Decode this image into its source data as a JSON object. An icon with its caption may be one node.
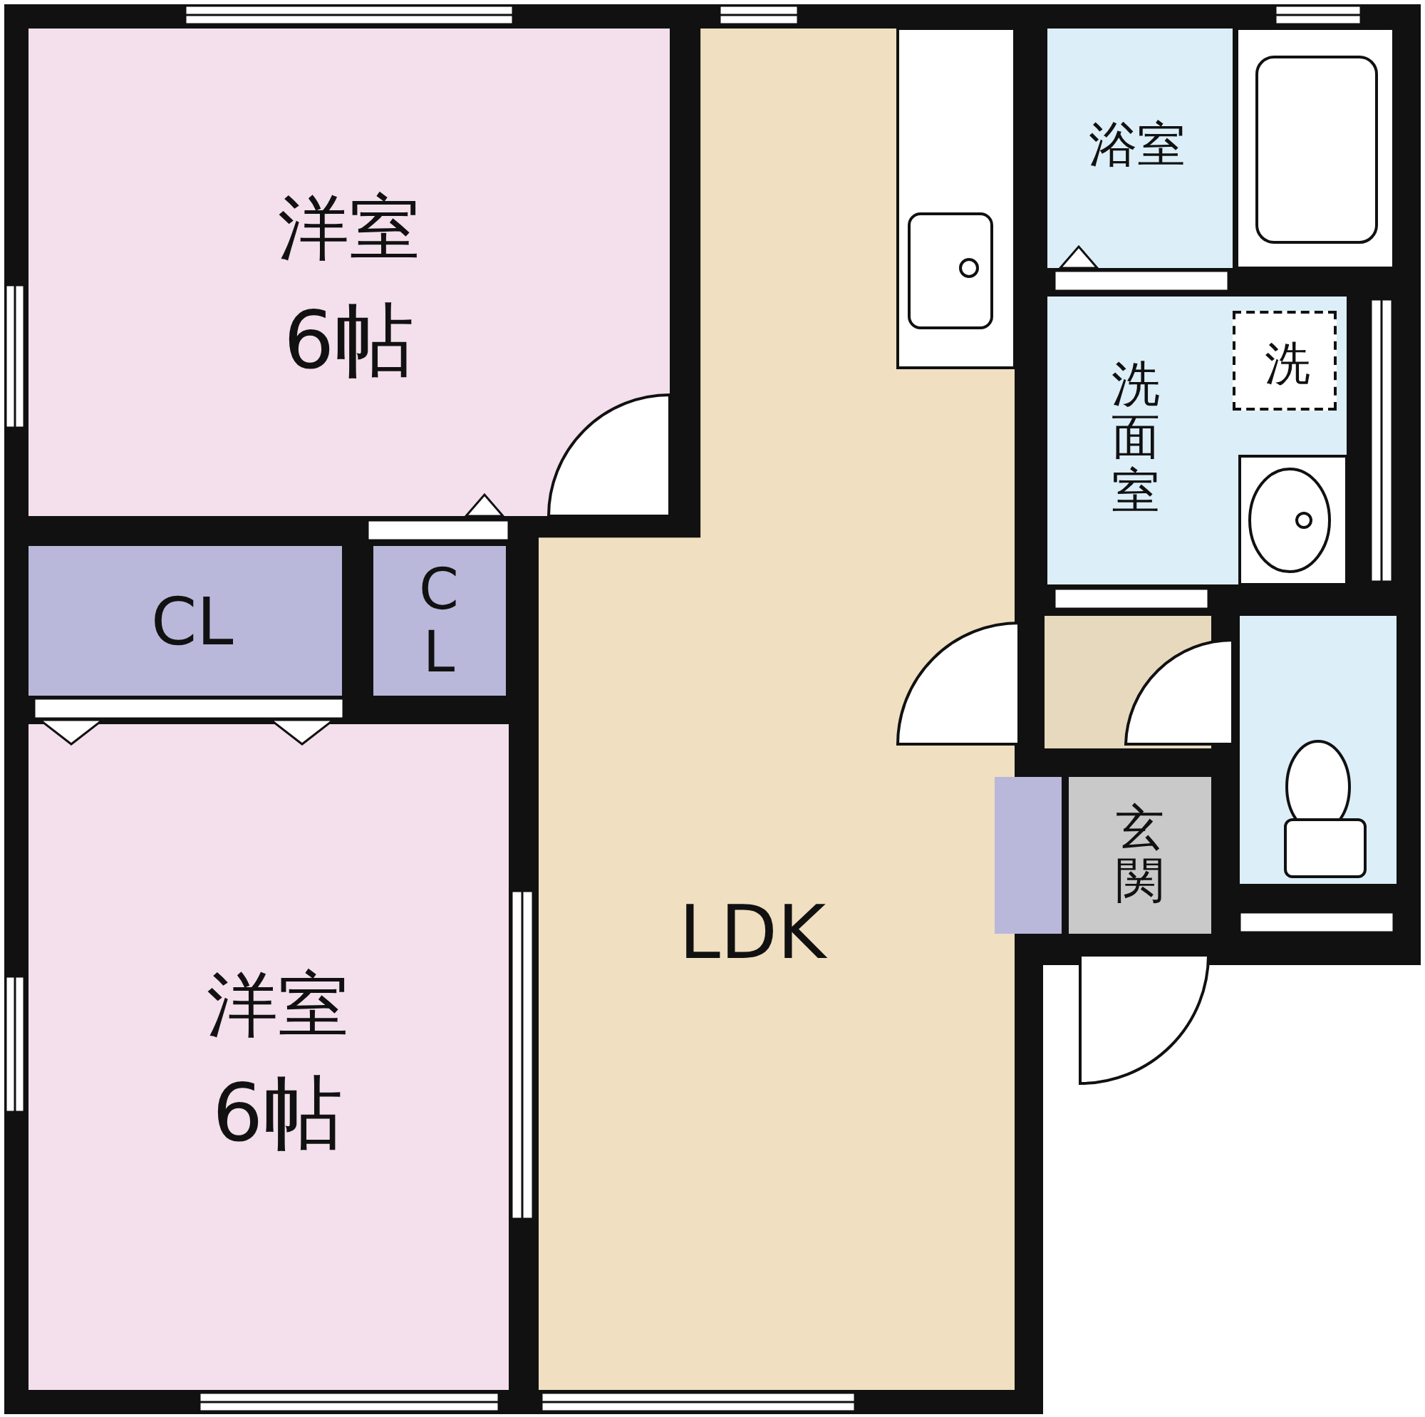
{
  "diagram": {
    "nodes": [
      {
        "text": [
          "洋室",
          "6帖"
        ]
      },
      {
        "text": [
          "CL"
        ]
      },
      {
        "text": [
          "CL"
        ]
      },
      {
        "text": [
          "洋室",
          "6帖"
        ]
      },
      {
        "text": [
          "LDK"
        ]
      },
      {
        "text": [
          "浴室"
        ]
      },
      {
        "text": [
          "洗面室"
        ]
      },
      {
        "text": [
          "洗"
        ],
        "in": 6
      },
      {
        "text": [
          "玄関"
        ]
      },
      {
        "text": [],
        "shape": "box"
      },
      {
        "text": [],
        "shape": "box"
      },
      {
        "text": [],
        "shape": "box"
      }
    ]
  }
}
